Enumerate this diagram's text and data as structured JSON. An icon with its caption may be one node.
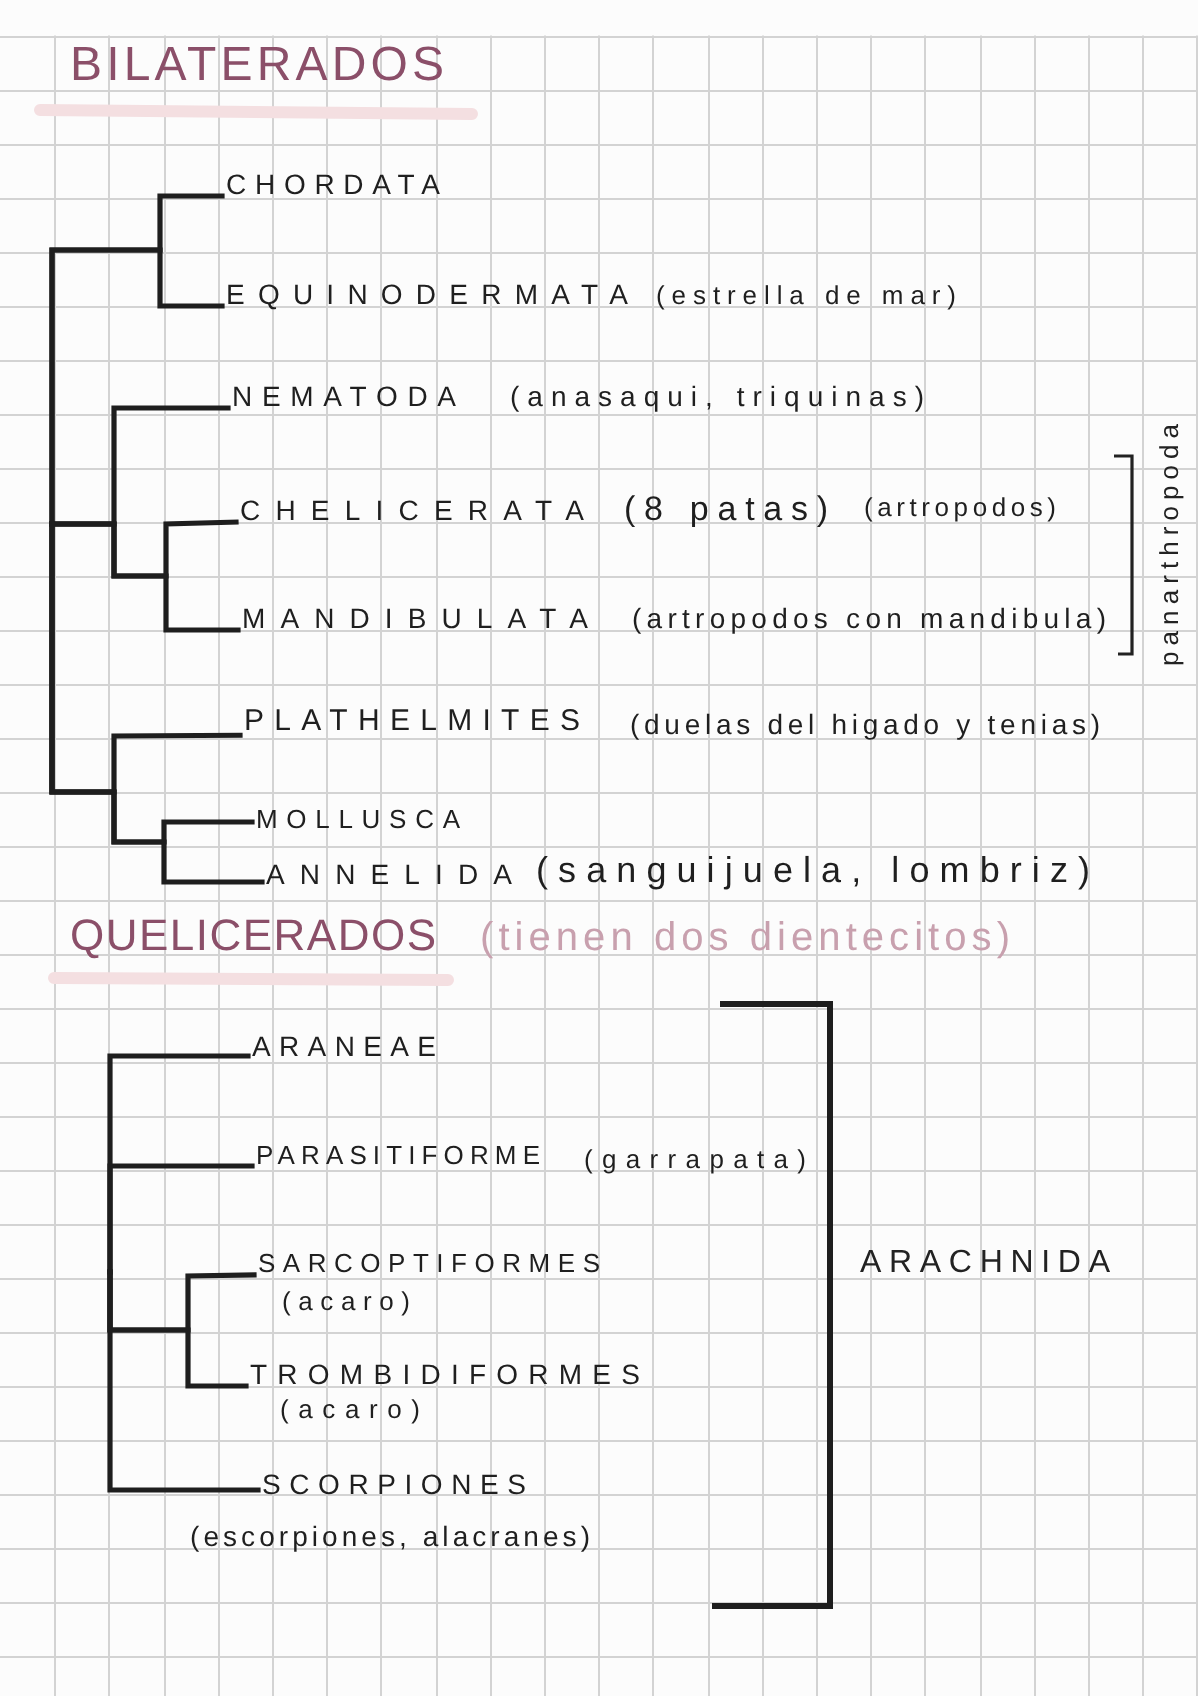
{
  "diagram": {
    "title": "BILATERADOS",
    "nodes": [
      {
        "text": [
          "CHORDATA"
        ]
      },
      {
        "text": [
          "EQUINODERMATA"
        ],
        "beside": [
          "(estrella de mar)"
        ]
      },
      {
        "text": [
          "NEMATODA"
        ],
        "beside": [
          "(anasaqui, triquinas)"
        ]
      },
      {
        "text": [
          "CHELICERATA"
        ],
        "beside": [
          "(8 patas)",
          "(artropodos)"
        ]
      },
      {
        "text": [
          "MANDIBULATA"
        ],
        "beside": [
          "(artropodos con mandibula)"
        ]
      },
      {
        "text": [
          "PLATHELMITES"
        ],
        "beside": [
          "(duelas del higado y tenias)"
        ]
      },
      {
        "text": [
          "MOLLUSCA"
        ]
      },
      {
        "text": [
          "ANNELIDA"
        ],
        "beside": [
          "(sanguijuela, lombriz)"
        ]
      },
      {
        "text": [
          "ARANEAE"
        ]
      },
      {
        "text": [
          "PARASITIFORME"
        ],
        "beside": [
          "(garrapata)"
        ]
      },
      {
        "text": [
          "SARCOPTIFORMES"
        ],
        "beside": [
          "(acaro)"
        ]
      },
      {
        "text": [
          "TROMBIDIFORMES"
        ],
        "beside": [
          "(acaro)"
        ]
      },
      {
        "text": [
          "SCORPIONES"
        ],
        "beside": [
          "(escorpiones, alacranes)"
        ]
      }
    ],
    "edges": [
      {
        "from": null,
        "to": 0,
        "arrow": "none"
      },
      {
        "from": null,
        "to": 1,
        "arrow": "none"
      },
      {
        "from": null,
        "to": 2,
        "arrow": "none"
      },
      {
        "from": null,
        "to": 3,
        "arrow": "none"
      },
      {
        "from": null,
        "to": 4,
        "arrow": "none"
      },
      {
        "from": null,
        "to": 5,
        "arrow": "none"
      },
      {
        "from": null,
        "to": 6,
        "arrow": "none"
      },
      {
        "from": null,
        "to": 7,
        "arrow": "none"
      },
      {
        "from": null,
        "to": 8,
        "arrow": "none"
      },
      {
        "from": null,
        "to": 9,
        "arrow": "none"
      },
      {
        "from": null,
        "to": 10,
        "arrow": "none"
      },
      {
        "from": null,
        "to": 11,
        "arrow": "none"
      },
      {
        "from": null,
        "to": 12,
        "arrow": "none"
      }
    ],
    "labels": [
      "panarthropoda",
      "QUELICERADOS",
      "(tienen dos dientecitos)",
      "ARACHNIDA"
    ]
  }
}
